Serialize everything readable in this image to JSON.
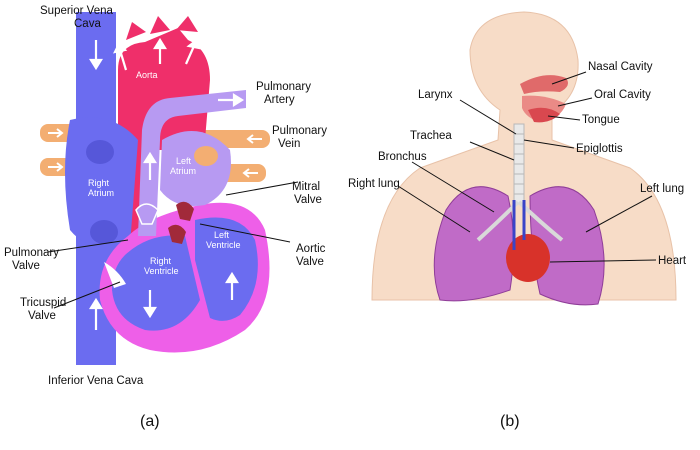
{
  "colors": {
    "deoxygenated": "#6b6cf0",
    "oxygenated": "#ef2f6a",
    "pulmonary_artery": "#b79af2",
    "pulmonary_vein": "#f3ae72",
    "heart_wall": "#ee5fe8",
    "lung": "#c06bc7",
    "heart_organ": "#d8322a",
    "skin": "#f7dcc7"
  },
  "heart_diagram": {
    "caption": "(a)",
    "labels": {
      "superior_vena_cava": [
        "Superior Vena",
        "Cava"
      ],
      "aorta": "Aorta",
      "pulmonary_artery": [
        "Pulmonary",
        "Artery"
      ],
      "pulmonary_vein": [
        "Pulmonary",
        "Vein"
      ],
      "left_atrium": [
        "Left",
        "Atrium"
      ],
      "right_atrium": [
        "Right",
        "Atrium"
      ],
      "mitral_valve": [
        "Mitral",
        "Valve"
      ],
      "pulmonary_valve": [
        "Pulmonary",
        "Valve"
      ],
      "aortic_valve": [
        "Aortic",
        "Valve"
      ],
      "left_ventricle": [
        "Left",
        "Ventricle"
      ],
      "right_ventricle": [
        "Right",
        "Ventricle"
      ],
      "tricuspid_valve": [
        "Tricuspid",
        "Valve"
      ],
      "inferior_vena_cava": "Inferior Vena Cava"
    }
  },
  "respiratory_diagram": {
    "caption": "(b)",
    "labels": {
      "nasal_cavity": "Nasal Cavity",
      "oral_cavity": "Oral Cavity",
      "tongue": "Tongue",
      "larynx": "Larynx",
      "trachea": "Trachea",
      "epiglottis": "Epiglottis",
      "bronchus": "Bronchus",
      "right_lung": "Right lung",
      "left_lung": "Left lung",
      "heart": "Heart"
    }
  }
}
